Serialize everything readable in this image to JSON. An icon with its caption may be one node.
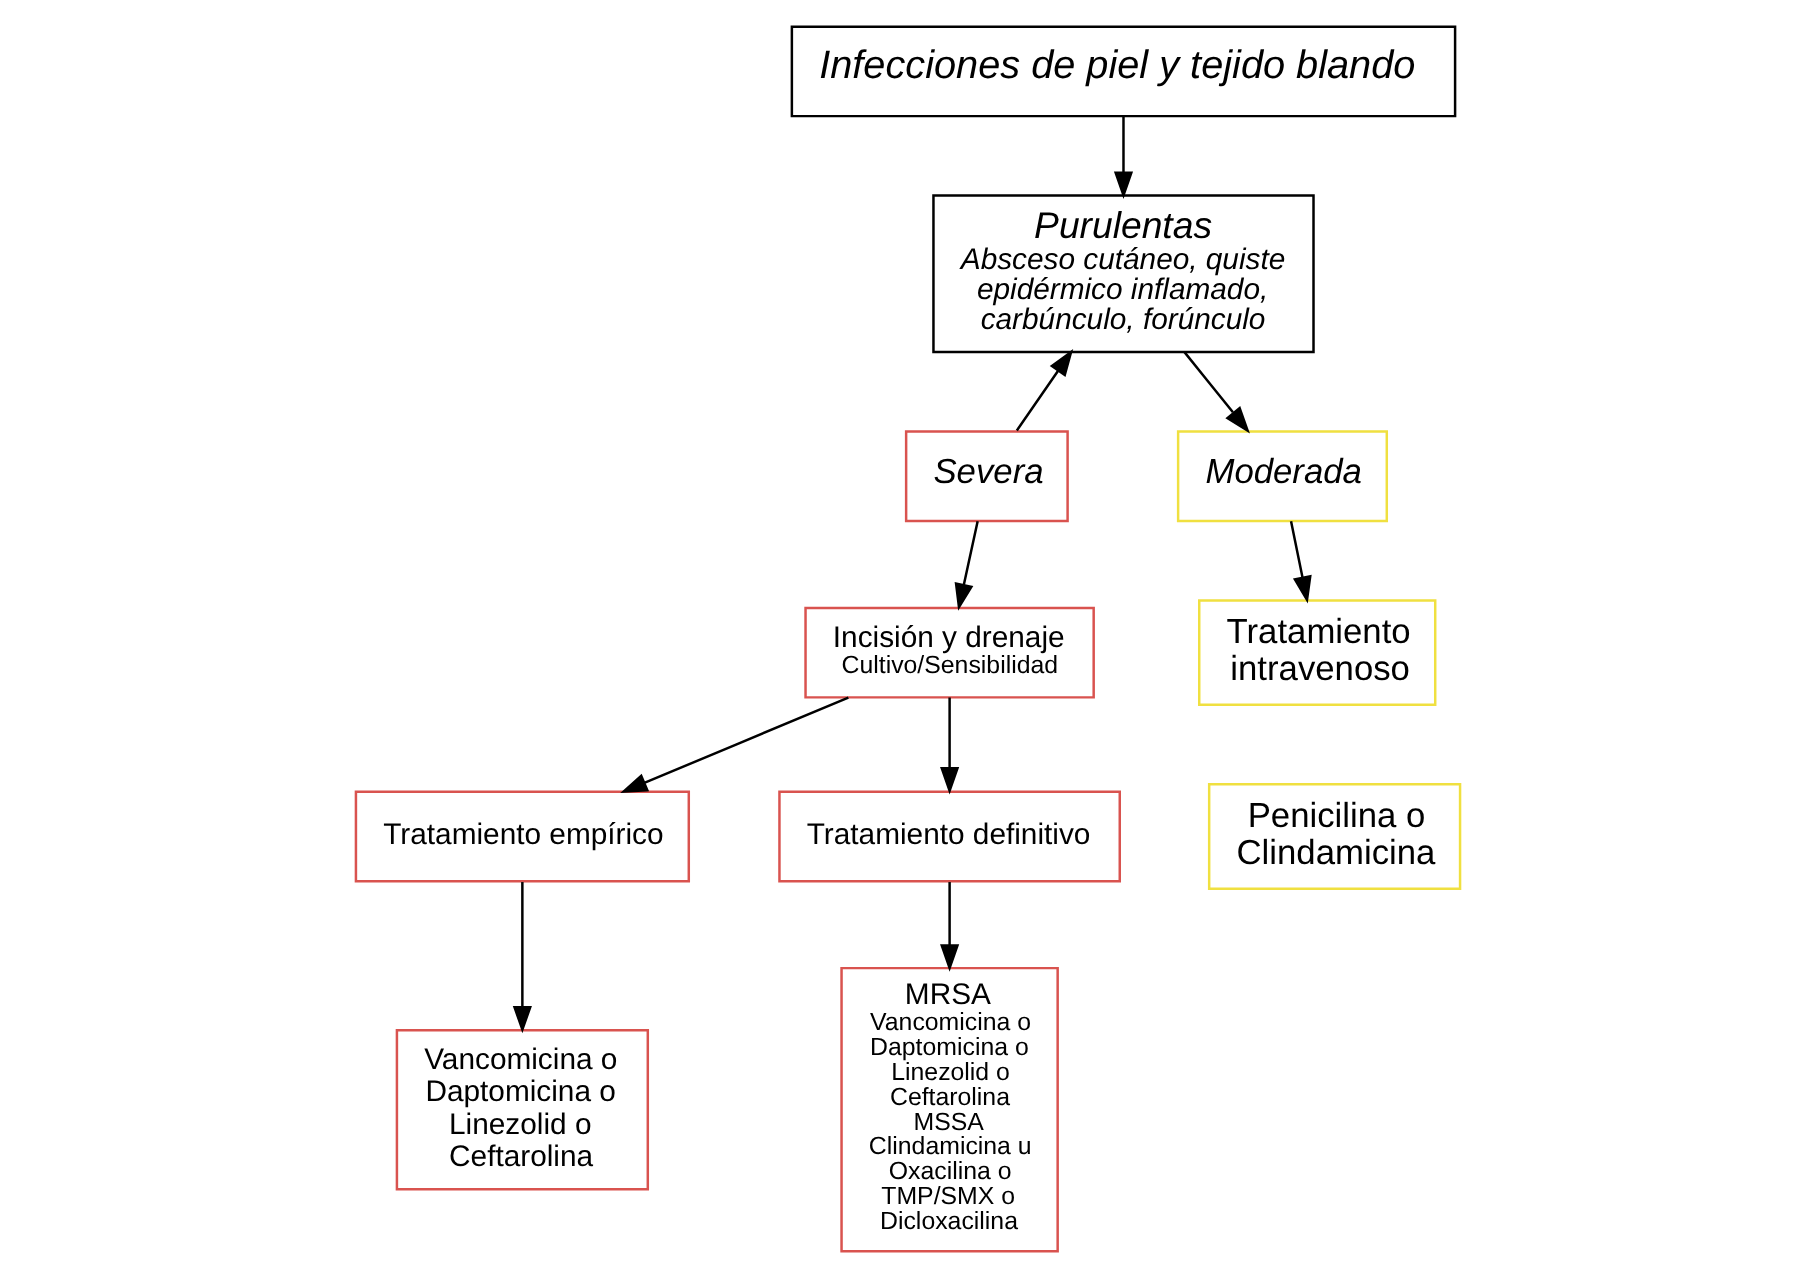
{
  "diagram": {
    "nodes": [
      {
        "text": [
          "Infecciones de piel y tejido blando"
        ]
      },
      {
        "text": [
          "Purulentas",
          "Absceso cutáneo, quiste epidérmico inflamado, carbúnculo, forúnculo"
        ]
      },
      {
        "text": [
          "Severa"
        ]
      },
      {
        "text": [
          "Incisión y drenaje",
          "Cultivo/Sensibilidad"
        ]
      },
      {
        "text": [
          "Tratamiento empírico"
        ]
      },
      {
        "text": [
          "Tratamiento definitivo"
        ]
      },
      {
        "text": [
          "Vancomicina o Daptomicina o Linezolid o Ceftarolina"
        ]
      },
      {
        "text": [
          "MRSA",
          "Vancomicina o",
          "Daptomicina o",
          "Linezolid o",
          "Ceftarolina",
          "MSSA",
          "Clindamicina u Oxacilina o TMP/SMX o Dicloxacilina"
        ]
      },
      {
        "text": [
          "Moderada"
        ]
      },
      {
        "text": [
          "Tratamiento intravenoso"
        ]
      },
      {
        "text": [
          "Penicilina o Clindamicina"
        ]
      }
    ],
    "edges": [
      {
        "from": 0,
        "to": 1,
        "arrow": "to"
      },
      {
        "from": 2,
        "to": 1,
        "arrow": "to"
      },
      {
        "from": 1,
        "to": 8,
        "arrow": "to"
      },
      {
        "from": 2,
        "to": 3,
        "arrow": "to"
      },
      {
        "from": 3,
        "to": 4,
        "arrow": "to"
      },
      {
        "from": 3,
        "to": 5,
        "arrow": "to"
      },
      {
        "from": 4,
        "to": 6,
        "arrow": "to"
      },
      {
        "from": 5,
        "to": 7,
        "arrow": "to"
      },
      {
        "from": 8,
        "to": 9,
        "arrow": "to"
      }
    ]
  }
}
